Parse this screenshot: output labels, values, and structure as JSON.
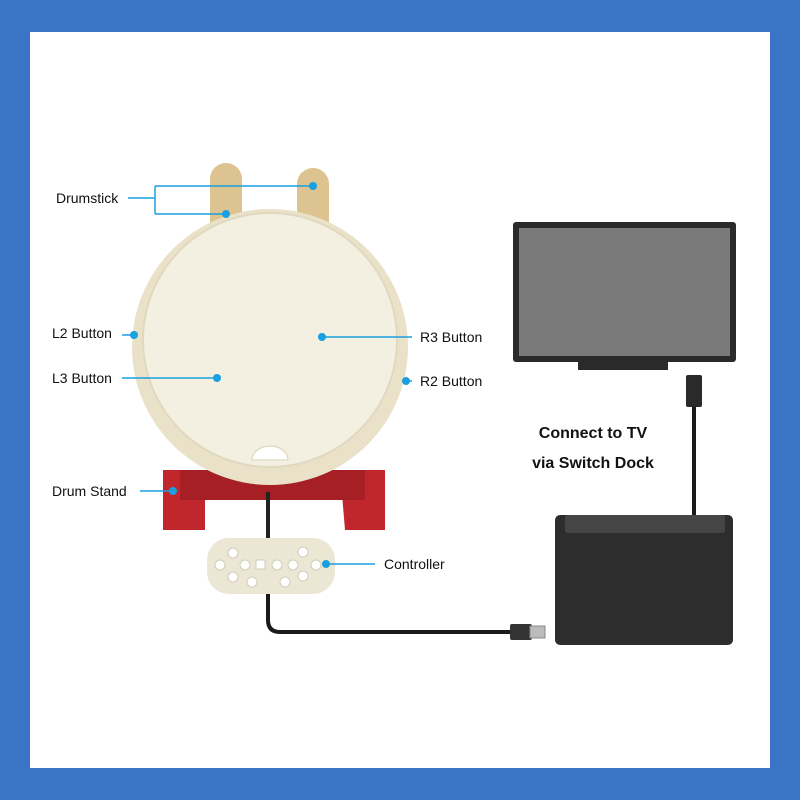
{
  "labels": {
    "drumstick": "Drumstick",
    "l2": "L2 Button",
    "r3": "R3 Button",
    "l3": "L3 Button",
    "r2": "R2 Button",
    "drum_stand": "Drum Stand",
    "controller": "Controller"
  },
  "caption": {
    "line1": "Connect to TV",
    "line2": "via Switch Dock"
  },
  "colors": {
    "frame": "#3a74c6",
    "callout": "#1a9fe0",
    "drum": "#f1ecd9",
    "stand": "#c0262c",
    "drumstick": "#dcc38f"
  }
}
